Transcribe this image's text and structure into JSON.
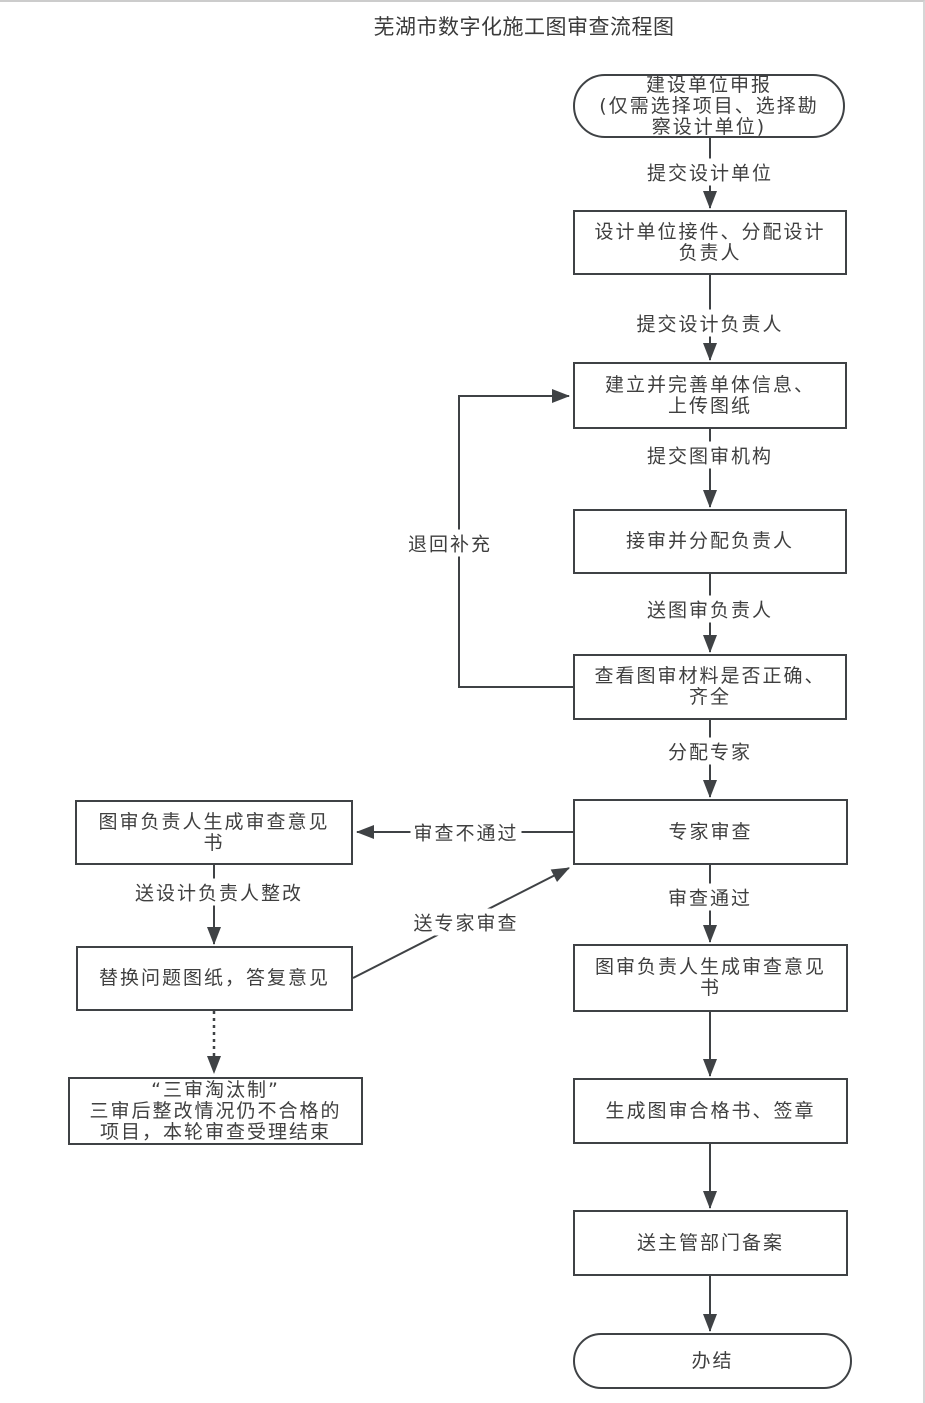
{
  "page": {
    "title": "芜湖市数字化施工图审查流程图"
  },
  "colors": {
    "line": "#3f4245",
    "text": "#3f3f3f",
    "background": "#ffffff"
  },
  "nodes": {
    "start": {
      "label": "建设单位申报\n(仅需选择项目、选择勘\n察设计单位)",
      "shape": "terminator"
    },
    "design_receive": {
      "label": "设计单位接件、分配设计\n负责人",
      "shape": "process"
    },
    "build_info": {
      "label": "建立并完善单体信息、\n上传图纸",
      "shape": "process"
    },
    "accept_assign": {
      "label": "接审并分配负责人",
      "shape": "process"
    },
    "check_materials": {
      "label": "查看图审材料是否正确、\n齐全",
      "shape": "process"
    },
    "expert_review": {
      "label": "专家审查",
      "shape": "process"
    },
    "opinion_left": {
      "label": "图审负责人生成审查意见\n书",
      "shape": "process"
    },
    "replace_drawings": {
      "label": "替换问题图纸，答复意见",
      "shape": "process"
    },
    "three_review": {
      "label": "“三审淘汰制”\n三审后整改情况仍不合格的\n项目，本轮审查受理结束",
      "shape": "process"
    },
    "opinion_right": {
      "label": "图审负责人生成审查意见\n书",
      "shape": "process"
    },
    "generate_cert": {
      "label": "生成图审合格书、签章",
      "shape": "process"
    },
    "file_record": {
      "label": "送主管部门备案",
      "shape": "process"
    },
    "end": {
      "label": "办结",
      "shape": "terminator"
    }
  },
  "edge_labels": {
    "submit_design_unit": "提交设计单位",
    "submit_design_leader": "提交设计负责人",
    "submit_review_org": "提交图审机构",
    "send_review_leader": "送图审负责人",
    "assign_experts": "分配专家",
    "return_supplement": "退回补充",
    "review_failed": "审查不通过",
    "send_design_leader_rectify": "送设计负责人整改",
    "send_expert_review": "送专家审查",
    "review_passed": "审查通过"
  }
}
